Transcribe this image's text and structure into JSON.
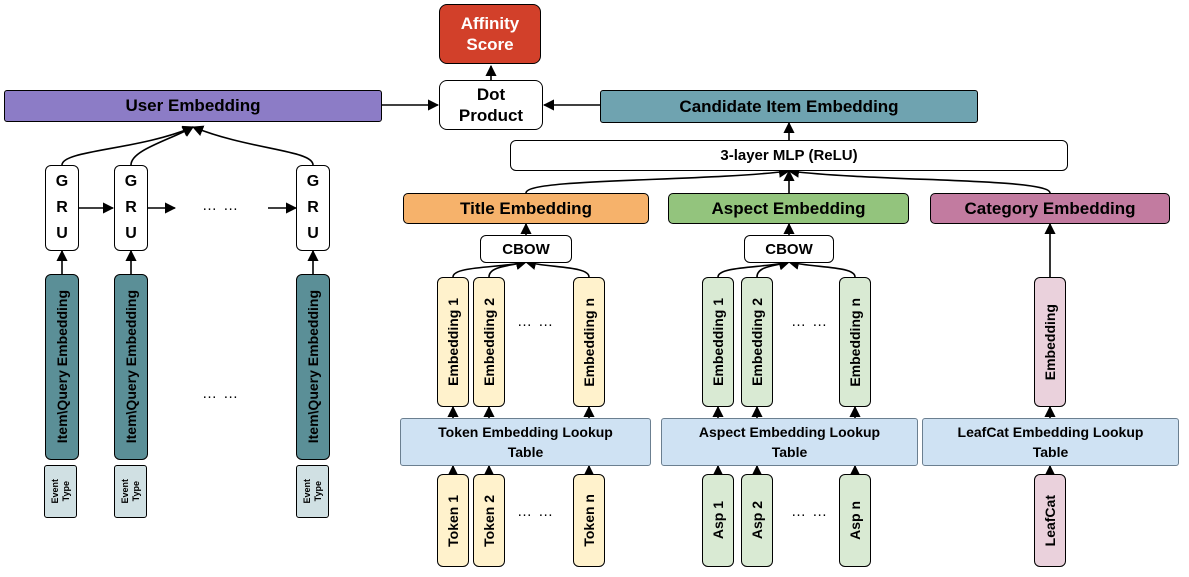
{
  "colors": {
    "affinity": "#d2402a",
    "user": "#8c7cc6",
    "candidate": "#6fa3b0",
    "title": "#f6b26b",
    "aspect": "#93c47d",
    "category": "#c27ba0",
    "teal_item": "#5b8f97",
    "token_fill": "#fff2cc",
    "asp_fill": "#d9ead3",
    "leaf_fill": "#ead1dc",
    "lookup_fill": "#cfe2f3",
    "event_fill": "#d0e0e3"
  },
  "top": {
    "affinity": [
      "Affinity",
      "Score"
    ],
    "dot": [
      "Dot",
      "Product"
    ]
  },
  "user": {
    "embedding": "User Embedding",
    "gru_letters": [
      "G",
      "R",
      "U"
    ],
    "item_query": "Item\\Query Embedding",
    "event_type": [
      "Event",
      "Type"
    ],
    "ellipsis": "… …"
  },
  "candidate": {
    "embedding": "Candidate Item Embedding",
    "mlp": "3-layer MLP (ReLU)"
  },
  "title_branch": {
    "header": "Title Embedding",
    "cbow": "CBOW",
    "embeddings": [
      "Embedding 1",
      "Embedding 2",
      "Embedding n"
    ],
    "lookup": [
      "Token Embedding Lookup",
      "Table"
    ],
    "inputs": [
      "Token 1",
      "Token 2",
      "Token n"
    ],
    "ellipsis": "… …"
  },
  "aspect_branch": {
    "header": "Aspect Embedding",
    "cbow": "CBOW",
    "embeddings": [
      "Embedding 1",
      "Embedding 2",
      "Embedding n"
    ],
    "lookup": [
      "Aspect Embedding Lookup",
      "Table"
    ],
    "inputs": [
      "Asp 1",
      "Asp 2",
      "Asp n"
    ],
    "ellipsis": "… …"
  },
  "category_branch": {
    "header": "Category Embedding",
    "embedding": "Embedding",
    "lookup": [
      "LeafCat Embedding Lookup",
      "Table"
    ],
    "input": "LeafCat"
  }
}
